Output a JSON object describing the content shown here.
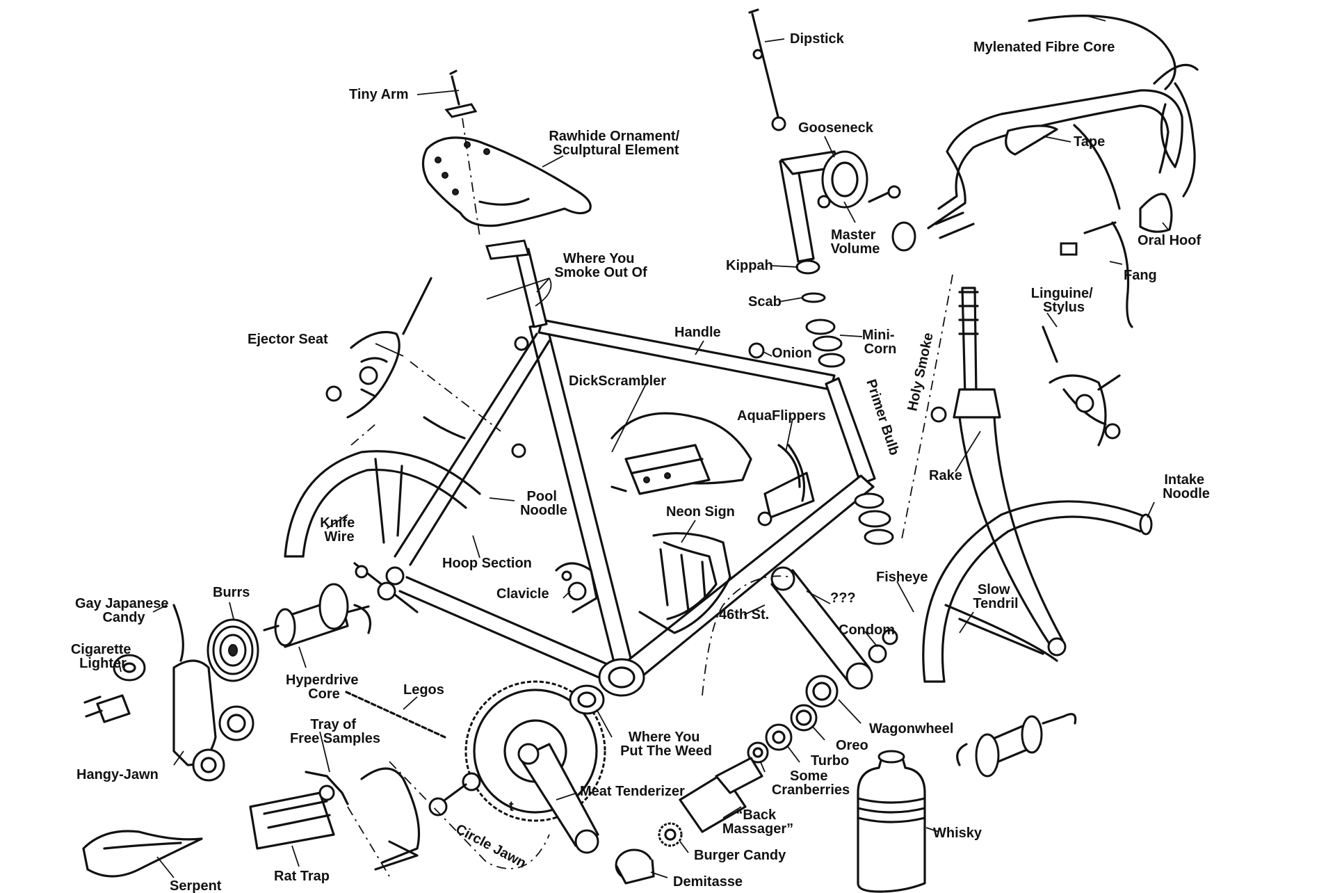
{
  "labels": {
    "dipstick": "Dipstick",
    "mylenated_fibre_core": "Mylenated Fibre Core",
    "tiny_arm": "Tiny Arm",
    "rawhide_ornament": [
      "Rawhide Ornament/",
      "Sculptural Element"
    ],
    "gooseneck": "Gooseneck",
    "tape": "Tape",
    "master_volume": [
      "Master",
      "Volume"
    ],
    "oral_hoof": "Oral Hoof",
    "where_you_smoke_out_of": [
      "Where You",
      "Smoke Out Of"
    ],
    "kippah": "Kippah",
    "fang": "Fang",
    "scab": "Scab",
    "linguine_stylus": [
      "Linguine/",
      "Stylus"
    ],
    "ejector_seat": "Ejector Seat",
    "handle": "Handle",
    "onion": "Onion",
    "mini_corn": [
      "Mini-",
      "Corn"
    ],
    "holy_smoke": "Holy Smoke",
    "dickscrambler": "DickScrambler",
    "primer_bulb": "Primer Bulb",
    "aquaflippers": "AquaFlippers",
    "rake": "Rake",
    "intake_noodle": [
      "Intake",
      "Noodle"
    ],
    "pool_noodle": [
      "Pool",
      "Noodle"
    ],
    "knife_wire": [
      "Knife",
      "Wire"
    ],
    "neon_sign": "Neon Sign",
    "hoop_section": "Hoop Section",
    "fisheye": "Fisheye",
    "slow_tendril": [
      "Slow",
      "Tendril"
    ],
    "question_marks": "???",
    "clavicle": "Clavicle",
    "forty_sixth_st": "46th St.",
    "condom": "Condom",
    "gay_japanese_candy": [
      "Gay Japanese",
      "Candy"
    ],
    "burrs": "Burrs",
    "cigarette_lighter": [
      "Cigarette",
      "Lighter"
    ],
    "hyperdrive_core": [
      "Hyperdrive",
      "Core"
    ],
    "legos": "Legos",
    "wagonwheel": "Wagonwheel",
    "tray_of_free_samples": [
      "Tray of",
      "Free Samples"
    ],
    "where_you_put_the_weed": [
      "Where You",
      "Put The Weed"
    ],
    "oreo": "Oreo",
    "turbo": "Turbo",
    "hangy_jawn": "Hangy-Jawn",
    "some_cranberries": [
      "Some",
      "Cranberries"
    ],
    "meat_tenderizer": "Meat Tenderizer",
    "whisky": "Whisky",
    "back_massager": [
      "“Back",
      "Massager”"
    ],
    "circle_jawn": "Circle Jawn",
    "burger_candy": "Burger Candy",
    "serpent": "Serpent",
    "rat_trap": "Rat Trap",
    "demitasse": "Demitasse",
    "chainring_mark": "t"
  }
}
